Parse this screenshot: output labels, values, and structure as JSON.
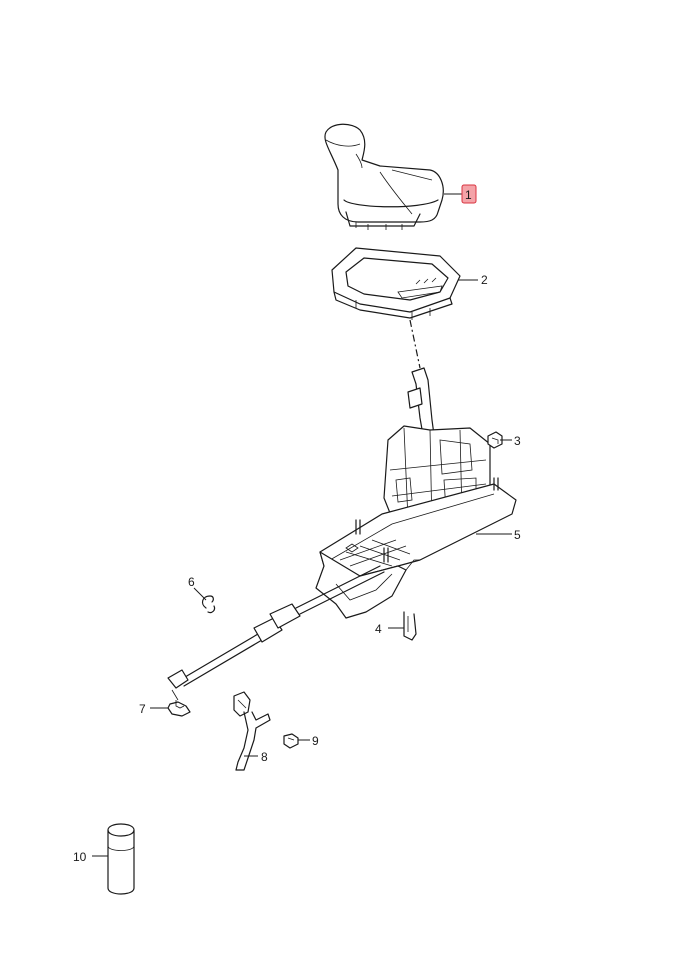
{
  "diagram": {
    "callouts": [
      {
        "id": "1",
        "label": "1",
        "highlighted": true
      },
      {
        "id": "2",
        "label": "2",
        "highlighted": false
      },
      {
        "id": "3",
        "label": "3",
        "highlighted": false
      },
      {
        "id": "4",
        "label": "4",
        "highlighted": false
      },
      {
        "id": "5",
        "label": "5",
        "highlighted": false
      },
      {
        "id": "6",
        "label": "6",
        "highlighted": false
      },
      {
        "id": "7",
        "label": "7",
        "highlighted": false
      },
      {
        "id": "8",
        "label": "8",
        "highlighted": false
      },
      {
        "id": "9",
        "label": "9",
        "highlighted": false
      },
      {
        "id": "10",
        "label": "10",
        "highlighted": false
      }
    ],
    "colors": {
      "line": "#1a1a1a",
      "highlight_fill": "#f4a3a8",
      "highlight_stroke": "#d9333f",
      "background": "#ffffff"
    }
  }
}
